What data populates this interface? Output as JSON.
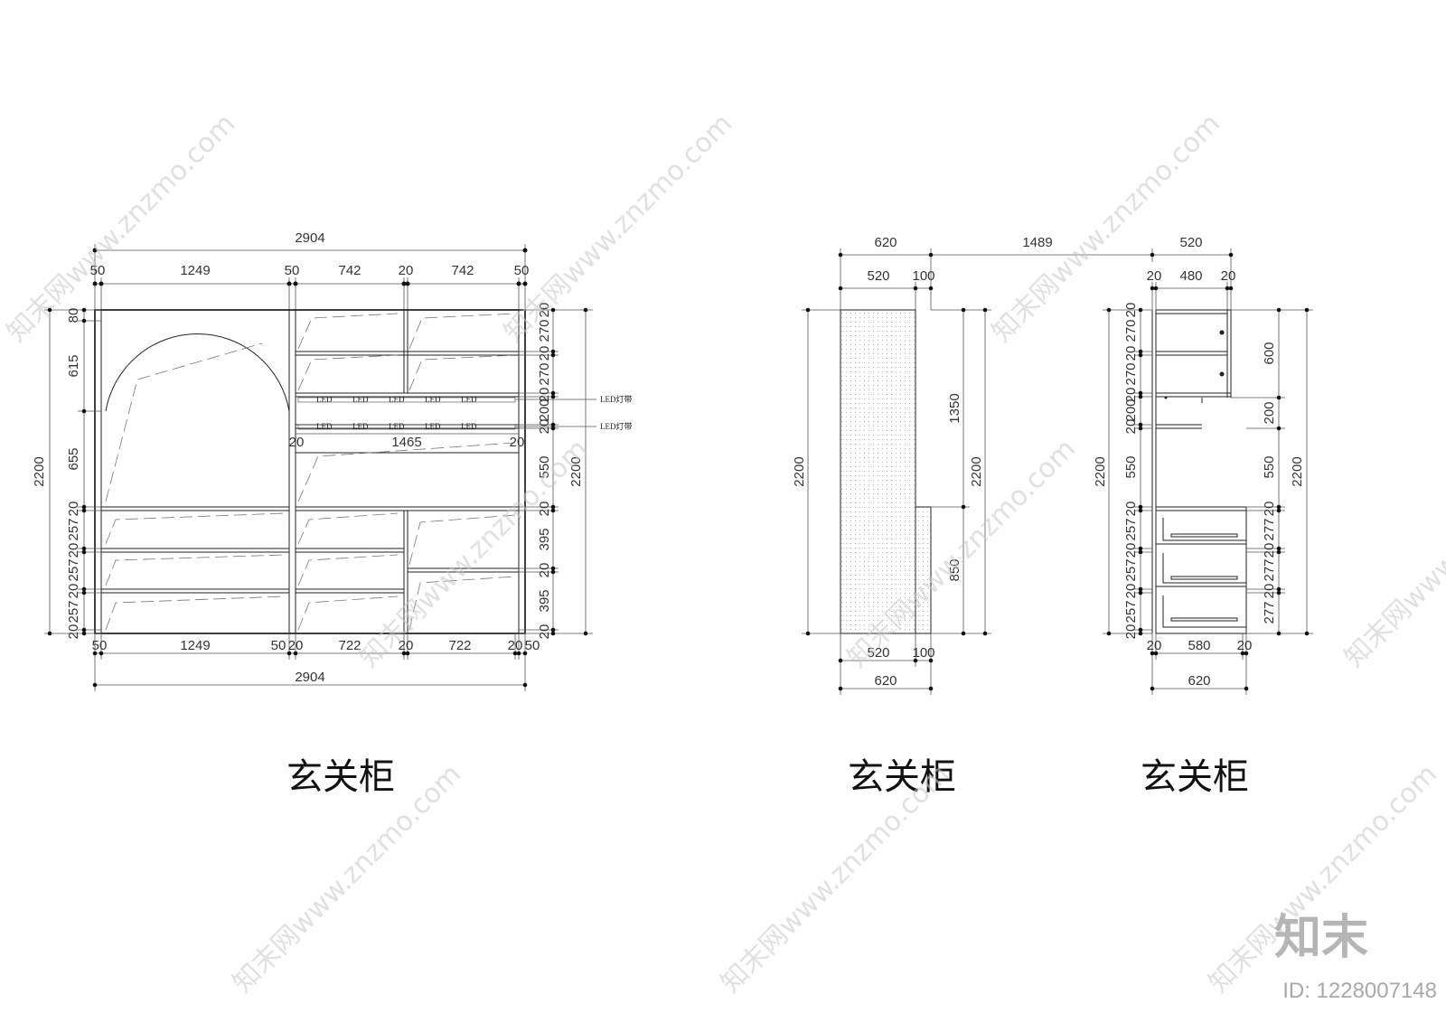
{
  "watermark": {
    "text": "知末网www.znzmo.com",
    "logo": "知末",
    "id": "ID: 1228007148"
  },
  "front": {
    "title": "玄关柜",
    "top_total": "2904",
    "top_segments": [
      "50",
      "1249",
      "50",
      "742",
      "20",
      "742",
      "50"
    ],
    "bottom_segments": [
      "50",
      "1249",
      "50",
      "20",
      "722",
      "20",
      "722",
      "20",
      "50"
    ],
    "bottom_total": "2904",
    "left_height": "2200",
    "left_segments": [
      "80",
      "615",
      "655",
      "20",
      "257",
      "20",
      "257",
      "20",
      "257",
      "20"
    ],
    "right_segments": [
      "20",
      "270",
      "20",
      "270",
      "20",
      "200",
      "20",
      "550",
      "20",
      "395",
      "20",
      "395",
      "20"
    ],
    "right_height": "2200",
    "inner_width": "1465",
    "inner_left": "20",
    "inner_right": "20",
    "led_label_1": "LED灯带",
    "led_label_2": "LED灯带",
    "led_mark": "LED"
  },
  "side": {
    "title": "玄关柜",
    "top_1": "620",
    "gap": "1489",
    "top_2": "520",
    "top_3": "100",
    "left_height": "2200",
    "right_seg_1": "1350",
    "right_seg_2": "850",
    "right_height": "2200",
    "bottom_1": "520",
    "bottom_2": "100",
    "bottom_total": "620"
  },
  "section": {
    "title": "玄关柜",
    "top_total": "520",
    "top_segments": [
      "20",
      "480",
      "20"
    ],
    "left_height": "2200",
    "left_segments": [
      "20",
      "270",
      "20",
      "270",
      "20",
      "200",
      "20",
      "550",
      "20",
      "257",
      "20",
      "257",
      "20",
      "257",
      "20"
    ],
    "right_segments": [
      "600",
      "200",
      "550",
      "20",
      "277",
      "20",
      "277",
      "20",
      "277"
    ],
    "right_height": "2200",
    "bottom_segments": [
      "20",
      "580",
      "20"
    ],
    "bottom_total": "620"
  }
}
